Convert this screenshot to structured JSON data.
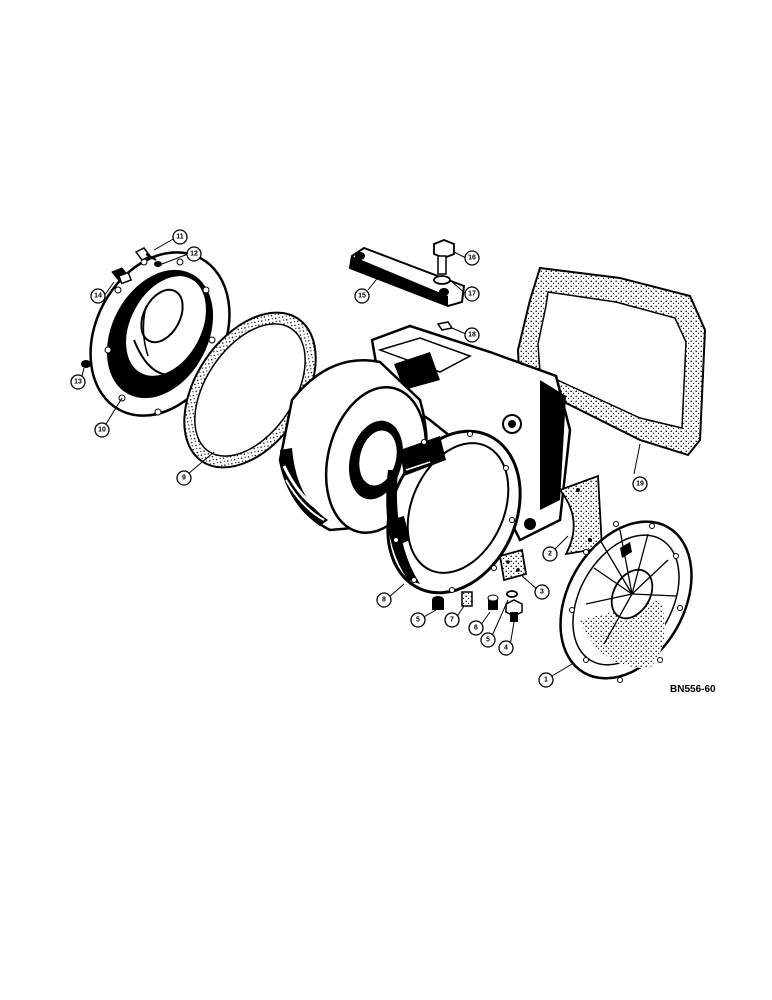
{
  "drawing_ref": "BN556-60",
  "callouts": [
    {
      "label": "1"
    },
    {
      "label": "2"
    },
    {
      "label": "3"
    },
    {
      "label": "4"
    },
    {
      "label": "5"
    },
    {
      "label": "5"
    },
    {
      "label": "6"
    },
    {
      "label": "7"
    },
    {
      "label": "8"
    },
    {
      "label": "9"
    },
    {
      "label": "10"
    },
    {
      "label": "11"
    },
    {
      "label": "12"
    },
    {
      "label": "13"
    },
    {
      "label": "14"
    },
    {
      "label": "15"
    },
    {
      "label": "16"
    },
    {
      "label": "17"
    },
    {
      "label": "18"
    },
    {
      "label": "19"
    }
  ],
  "colors": {
    "ink": "#000000",
    "paper": "#ffffff"
  }
}
